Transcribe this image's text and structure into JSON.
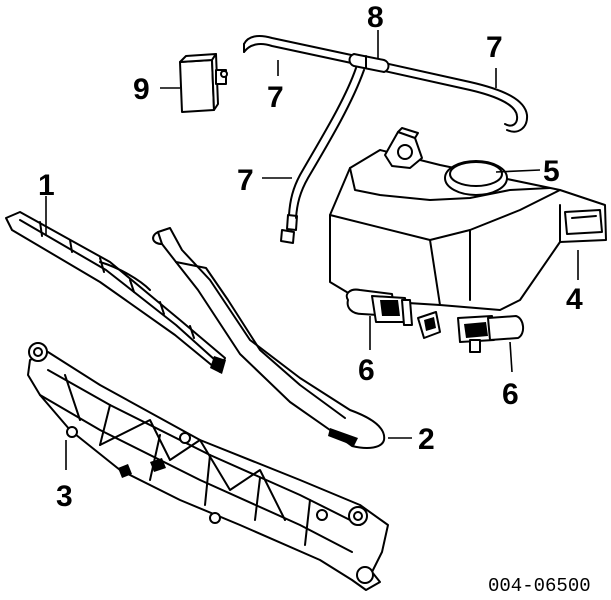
{
  "diagram": {
    "callouts": [
      "1",
      "2",
      "3",
      "4",
      "5",
      "6",
      "6",
      "7",
      "7",
      "7",
      "8",
      "9"
    ],
    "drawing_code": "004-06500",
    "parts": [
      "wiper-blade",
      "wiper-arm",
      "wiper-linkage-module",
      "washer-reservoir",
      "reservoir-cap",
      "washer-pump",
      "washer-pump",
      "washer-hose",
      "washer-hose",
      "washer-hose",
      "hose-connector",
      "check-valve"
    ]
  }
}
